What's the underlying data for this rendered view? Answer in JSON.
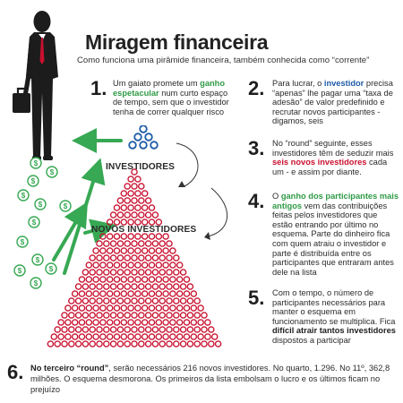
{
  "header": {
    "title": "Miragem financeira",
    "subtitle": "Como funciona uma pirâmide financeira, também conhecida como “corrente”"
  },
  "steps": [
    {
      "number": "1.",
      "parts": [
        {
          "text": "Um gaiato promete um ",
          "style": "plain"
        },
        {
          "text": "ganho espetacular",
          "style": "green"
        },
        {
          "text": " num curto espaço de tempo, sem que o investidor tenha de correr qualquer risco",
          "style": "plain"
        }
      ]
    },
    {
      "number": "2.",
      "parts": [
        {
          "text": "Para lucrar, o ",
          "style": "plain"
        },
        {
          "text": "investidor",
          "style": "blue"
        },
        {
          "text": " precisa “apenas” lhe pagar uma “taxa de adesão” de valor predefinido e recrutar novos participantes - digamos, seis",
          "style": "plain"
        }
      ]
    },
    {
      "number": "3.",
      "parts": [
        {
          "text": "No “round” seguinte, esses investidores têm de seduzir mais ",
          "style": "plain"
        },
        {
          "text": "seis novos investidores",
          "style": "red"
        },
        {
          "text": " cada um - e assim por diante.",
          "style": "plain"
        }
      ]
    },
    {
      "number": "4.",
      "parts": [
        {
          "text": "O ",
          "style": "plain"
        },
        {
          "text": "ganho dos participantes mais antigos",
          "style": "green"
        },
        {
          "text": " vem das contribuições feitas pelos investidores que estão entrando por último no esquema. Parte do dinheiro fica com quem atraiu o investidor e parte é distribuída entre os participantes que entraram antes dele na lista",
          "style": "plain"
        }
      ]
    },
    {
      "number": "5.",
      "parts": [
        {
          "text": "Com o tempo, o número de participantes necessários para manter o esquema em funcionamento se multiplica. Fica ",
          "style": "plain"
        },
        {
          "text": "difícil atrair tantos investidores",
          "style": "bold"
        },
        {
          "text": " dispostos a participar",
          "style": "plain"
        }
      ]
    },
    {
      "number": "6.",
      "parts": [
        {
          "text": "No terceiro “round”",
          "style": "bold"
        },
        {
          "text": ", serão necessários 216 novos investidores. No quarto, 1.296. No 11º, 362,8 milhões. O esquema desmorona. Os primeiros da lista embolsam o lucro e os últimos ficam no prejuízo",
          "style": "plain"
        }
      ]
    }
  ],
  "diagram": {
    "investors_label": "INVESTIDORES",
    "new_investors_label": "NOVOS INVESTIDORES",
    "coin_symbol": "$"
  },
  "icons": {
    "man": "businessman-with-briefcase-icon",
    "coin": "dollar-coin-icon",
    "arrow": "green-arrow-icon"
  },
  "colors": {
    "green": "#2f9a46",
    "blue": "#1f5ba7",
    "red": "#c8102e",
    "text": "#2b2b2b"
  }
}
